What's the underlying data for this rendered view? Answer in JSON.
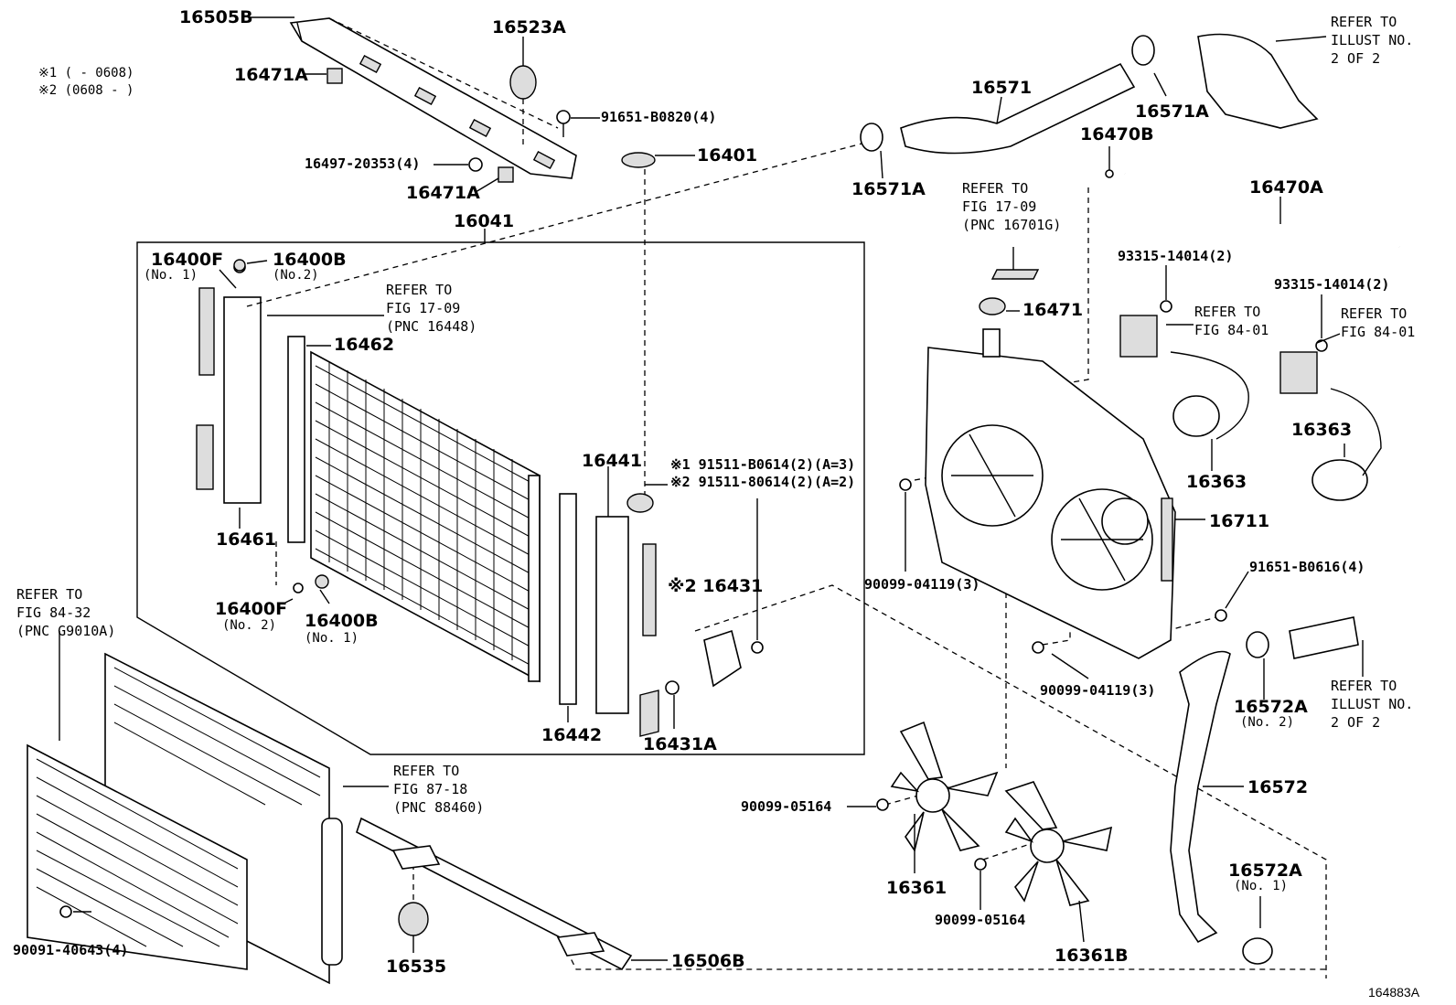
{
  "notes": {
    "note1": "※1 (      - 0608)",
    "note2": "※2 (0608 -      )"
  },
  "labels": {
    "p16505B": "16505B",
    "p16523A": "16523A",
    "p16471A_1": "16471A",
    "p91651_B0820": "91651-B0820(4)",
    "p16497": "16497-20353(4)",
    "p16471A_2": "16471A",
    "p16401": "16401",
    "p16041": "16041",
    "p16400F_1": "16400F",
    "p16400F_1_no": "(No. 1)",
    "p16400B_1": "16400B",
    "p16400B_1_no": "(No.2)",
    "p16462": "16462",
    "p16461": "16461",
    "p16400F_2": "16400F",
    "p16400F_2_no": "(No. 2)",
    "p16400B_2": "16400B",
    "p16400B_2_no": "(No. 1)",
    "p16441": "16441",
    "p91511_1": "※1 91511-B0614(2)(A=3)",
    "p91511_2": "※2 91511-80614(2)(A=2)",
    "p16431": "※2 16431",
    "p16442": "16442",
    "p16431A": "16431A",
    "p16571": "16571",
    "p16571A_1": "16571A",
    "p16571A_2": "16571A",
    "p16470B": "16470B",
    "p16470A": "16470A",
    "p16471": "16471",
    "p93315_1": "93315-14014(2)",
    "p93315_2": "93315-14014(2)",
    "p16363_1": "16363",
    "p16363_2": "16363",
    "p16711": "16711",
    "p90099_04119_1": "90099-04119(3)",
    "p90099_04119_2": "90099-04119(3)",
    "p91651_B0616": "91651-B0616(4)",
    "p16572A_2": "16572A",
    "p16572A_2_no": "(No. 2)",
    "p16572": "16572",
    "p16572A_1": "16572A",
    "p16572A_1_no": "(No. 1)",
    "p90099_05164_1": "90099-05164",
    "p90099_05164_2": "90099-05164",
    "p16361": "16361",
    "p16361B": "16361B",
    "p90091": "90091-40643(4)",
    "p16535": "16535",
    "p16506B": "16506B"
  },
  "refers": {
    "ref_ill_top": [
      "REFER TO",
      "ILLUST NO.",
      "2 OF 2"
    ],
    "ref_17_09_a": [
      "REFER TO",
      "FIG 17-09",
      "(PNC 16701G)"
    ],
    "ref_17_09_b": [
      "REFER TO",
      "FIG 17-09",
      "(PNC 16448)"
    ],
    "ref_84_01_a": [
      "REFER TO",
      "FIG 84-01"
    ],
    "ref_84_01_b": [
      "REFER TO",
      "FIG 84-01"
    ],
    "ref_84_32": [
      "REFER TO",
      "FIG 84-32",
      "(PNC G9010A)"
    ],
    "ref_87_18": [
      "REFER TO",
      "FIG 87-18",
      "(PNC 88460)"
    ],
    "ref_ill_bottom": [
      "REFER TO",
      "ILLUST NO.",
      "2 OF 2"
    ]
  },
  "illustration_id": "164883A"
}
